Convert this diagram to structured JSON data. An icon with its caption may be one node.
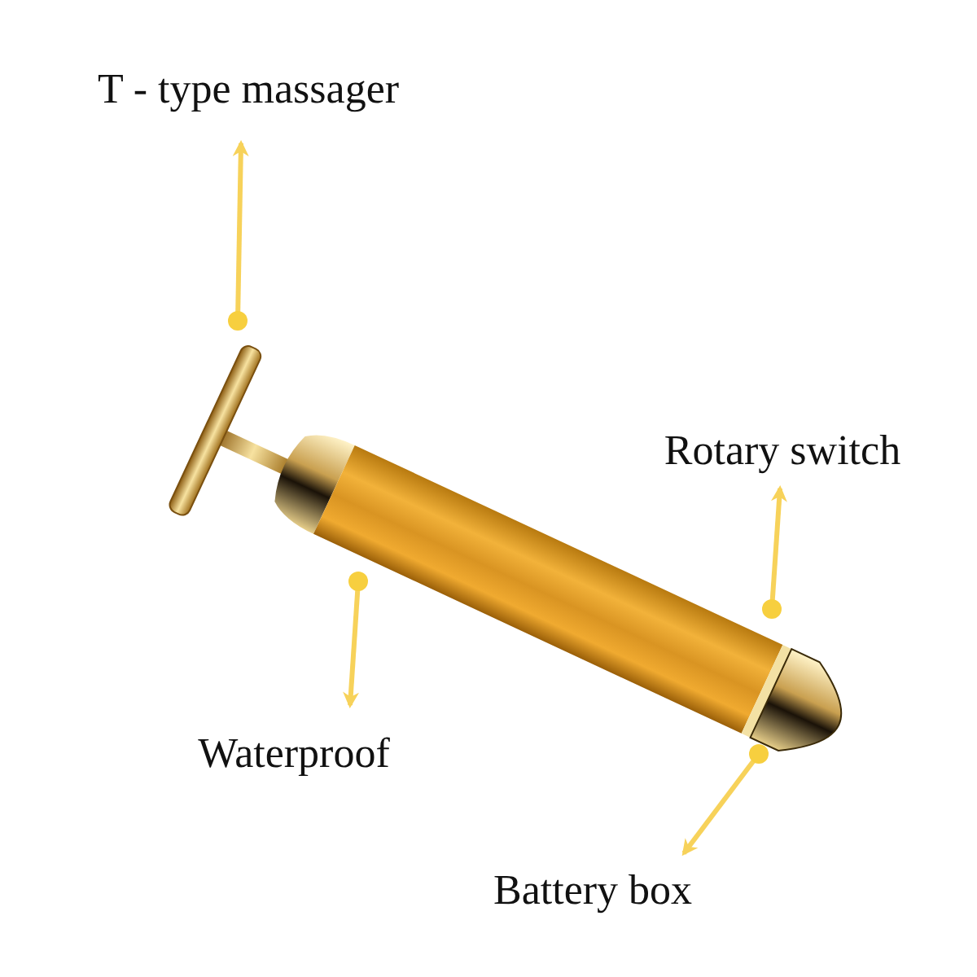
{
  "diagram": {
    "nodes": [
      {
        "text": [
          "T - type massager"
        ]
      },
      {
        "text": [
          "Rotary switch"
        ]
      },
      {
        "text": [
          "Waterproof"
        ]
      },
      {
        "text": [
          "Battery box"
        ]
      }
    ],
    "edges": [
      {
        "from": null,
        "to": 0,
        "arrow": "to"
      },
      {
        "from": null,
        "to": 1,
        "arrow": "to"
      },
      {
        "from": null,
        "to": 2,
        "arrow": "to"
      },
      {
        "from": null,
        "to": 3,
        "arrow": "to"
      }
    ]
  }
}
